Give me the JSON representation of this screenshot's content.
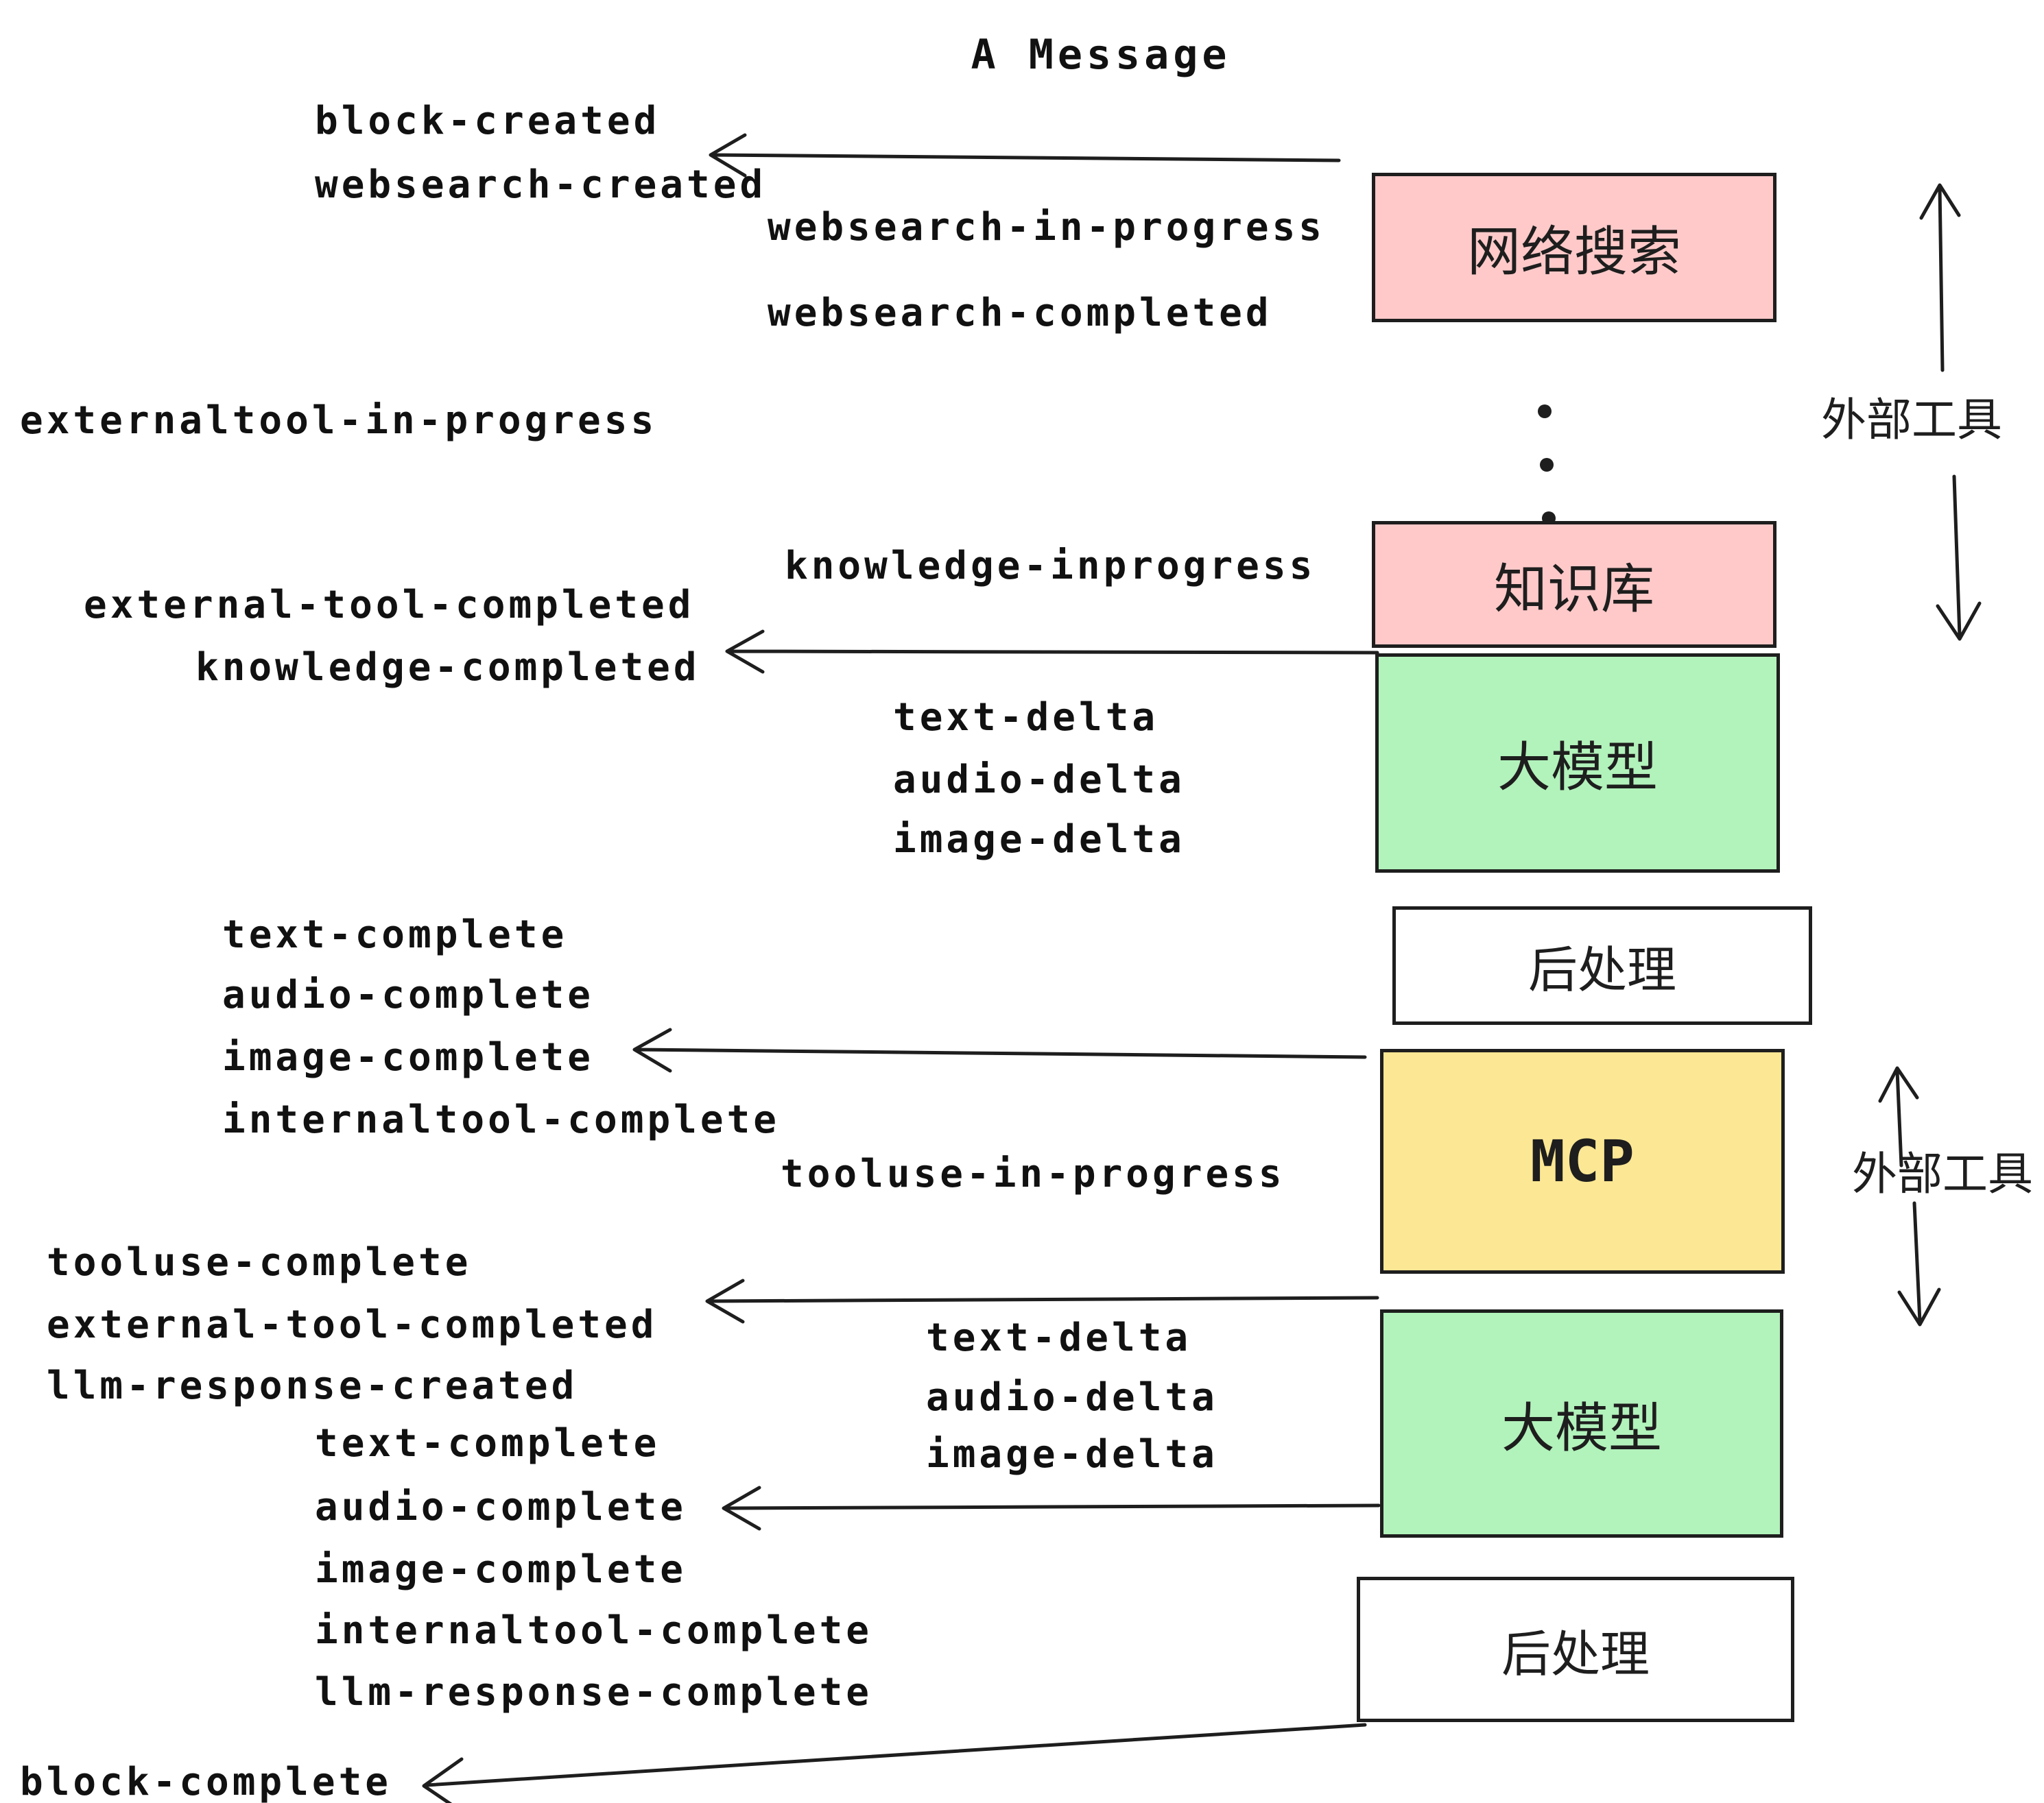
{
  "title": "A Message",
  "colors": {
    "stroke": "#1e1e1e",
    "pink": "#ffc9c9",
    "green": "#b2f2bb",
    "yellow": "#fce794",
    "white": "#ffffff"
  },
  "boxes": {
    "websearch": {
      "label": "网络搜索"
    },
    "knowledge": {
      "label": "知识库"
    },
    "llm1": {
      "label": "大模型"
    },
    "post1": {
      "label": "后处理"
    },
    "mcp": {
      "label": "MCP"
    },
    "llm2": {
      "label": "大模型"
    },
    "post2": {
      "label": "后处理"
    }
  },
  "side_labels": {
    "external_tools_top": "外部工具",
    "external_tools_mid": "外部工具"
  },
  "events": {
    "block_created": "block-created",
    "websearch_created": "websearch-created",
    "websearch_in_progress": "websearch-in-progress",
    "websearch_completed": "websearch-completed",
    "externaltool_in_progress": "externaltool-in-progress",
    "knowledge_inprogress": "knowledge-inprogress",
    "external_tool_completed_1": "external-tool-completed",
    "knowledge_completed": "knowledge-completed",
    "text_delta_1": "text-delta",
    "audio_delta_1": "audio-delta",
    "image_delta_1": "image-delta",
    "text_complete_1": "text-complete",
    "audio_complete_1": "audio-complete",
    "image_complete_1": "image-complete",
    "internaltool_complete_1": "internaltool-complete",
    "tooluse_in_progress": "tooluse-in-progress",
    "tooluse_complete": "tooluse-complete",
    "external_tool_completed_2": "external-tool-completed",
    "llm_response_created": "llm-response-created",
    "text_delta_2": "text-delta",
    "audio_delta_2": "audio-delta",
    "image_delta_2": "image-delta",
    "text_complete_2": "text-complete",
    "audio_complete_2": "audio-complete",
    "image_complete_2": "image-complete",
    "internaltool_complete_2": "internaltool-complete",
    "llm_response_complete": "llm-response-complete",
    "block_complete": "block-complete"
  }
}
